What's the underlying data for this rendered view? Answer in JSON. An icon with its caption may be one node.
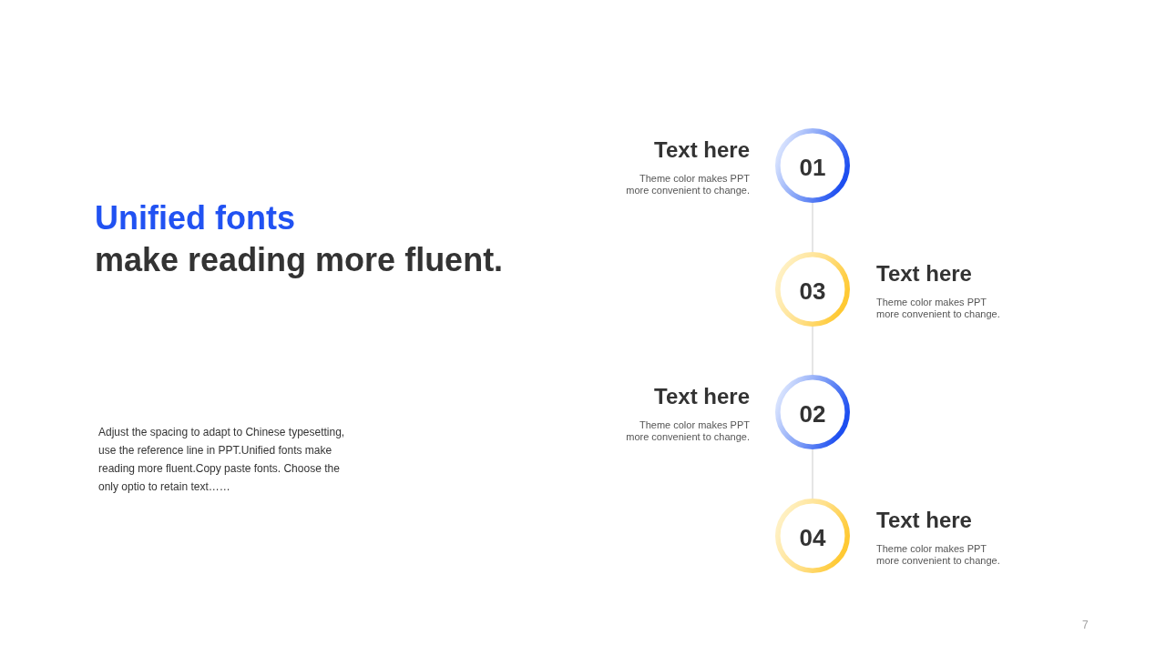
{
  "diagram": {
    "title": "Unified fonts",
    "nodes": [
      {
        "text": [
          "01"
        ],
        "beside": [
          "Text here",
          "Theme color makes PPT more convenient to change."
        ]
      },
      {
        "text": [
          "03"
        ],
        "beside": [
          "Text here",
          "Theme color makes PPT more convenient to change."
        ]
      },
      {
        "text": [
          "02"
        ],
        "beside": [
          "Text here",
          "Theme color makes PPT more convenient to change."
        ]
      },
      {
        "text": [
          "04"
        ],
        "beside": [
          "Text here",
          "Theme color makes PPT more convenient to change."
        ]
      }
    ],
    "edges": [
      {
        "from": 0,
        "to": 1,
        "arrow": "none"
      },
      {
        "from": 1,
        "to": 2,
        "arrow": "none"
      },
      {
        "from": 2,
        "to": 3,
        "arrow": "none"
      }
    ],
    "labels": [
      "make reading more fluent.",
      "Adjust the spacing to adapt to Chinese typesetting, use the reference line in PPT.Unified fonts make reading more fluent.Copy paste fonts. Choose the only optio to retain text……",
      "7"
    ]
  }
}
